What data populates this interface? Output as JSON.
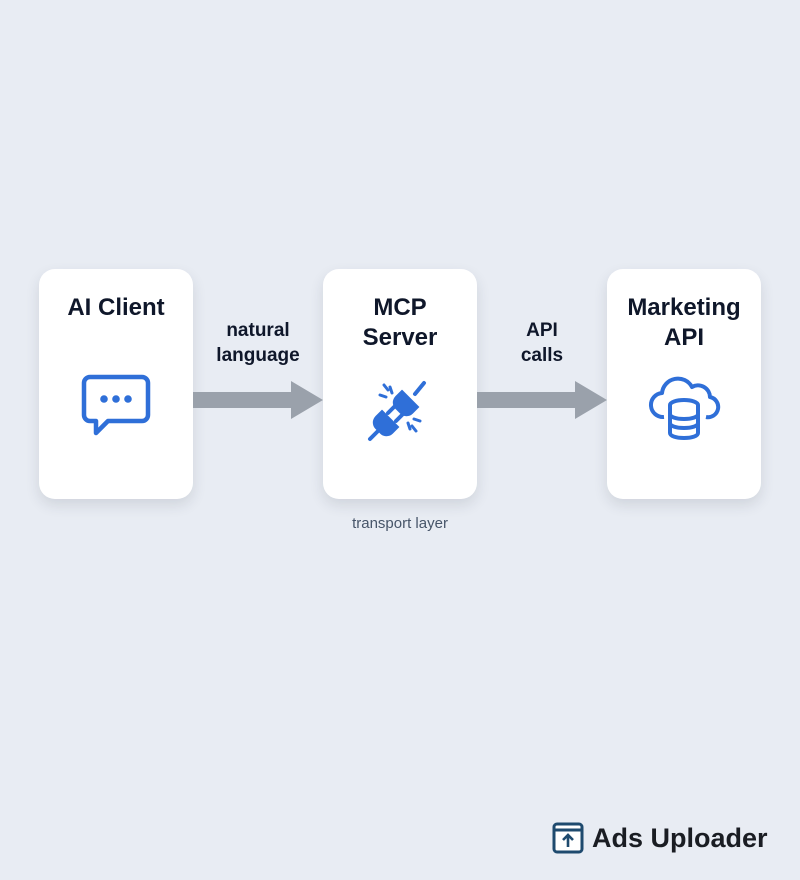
{
  "nodes": [
    {
      "title": "AI Client",
      "icon": "chat-bubble-icon"
    },
    {
      "title": "MCP Server",
      "icon": "plug-icon"
    },
    {
      "title": "Marketing API",
      "icon": "cloud-database-icon"
    }
  ],
  "edges": [
    {
      "label_line1": "natural",
      "label_line2": "language"
    },
    {
      "label_line1": "API",
      "label_line2": "calls"
    }
  ],
  "note": "transport layer",
  "brand": {
    "name": "Ads Uploader",
    "icon": "upload-box-icon"
  },
  "colors": {
    "accent": "#2f6fd8",
    "arrow": "#9aa1ab",
    "background": "#e8ecf3"
  }
}
